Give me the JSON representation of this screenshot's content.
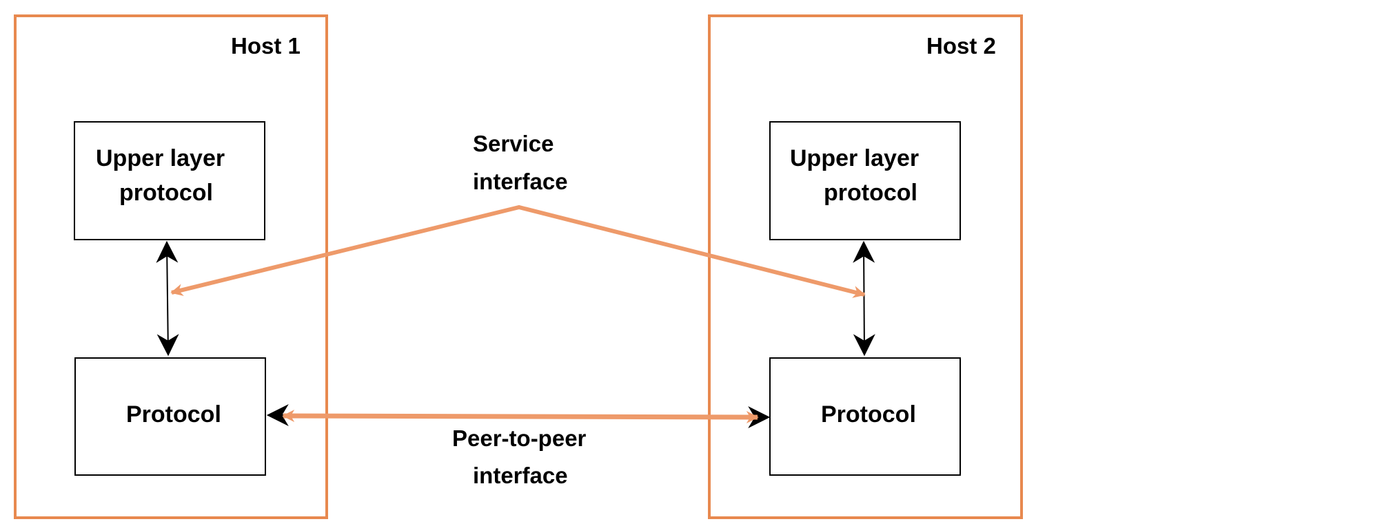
{
  "hosts": [
    {
      "title": "Host 1",
      "upper_box": {
        "line1": "Upper layer",
        "line2": "protocol"
      },
      "protocol_box": {
        "label": "Protocol"
      }
    },
    {
      "title": "Host 2",
      "upper_box": {
        "line1": "Upper layer",
        "line2": "protocol"
      },
      "protocol_box": {
        "label": "Protocol"
      }
    }
  ],
  "service_interface": {
    "line1": "Service",
    "line2": "interface"
  },
  "peer_interface": {
    "line1": "Peer-to-peer",
    "line2": "interface"
  },
  "colors": {
    "host_border": "#E8894F",
    "interface_arrow": "#EE9A6A",
    "box_border": "#000000"
  }
}
